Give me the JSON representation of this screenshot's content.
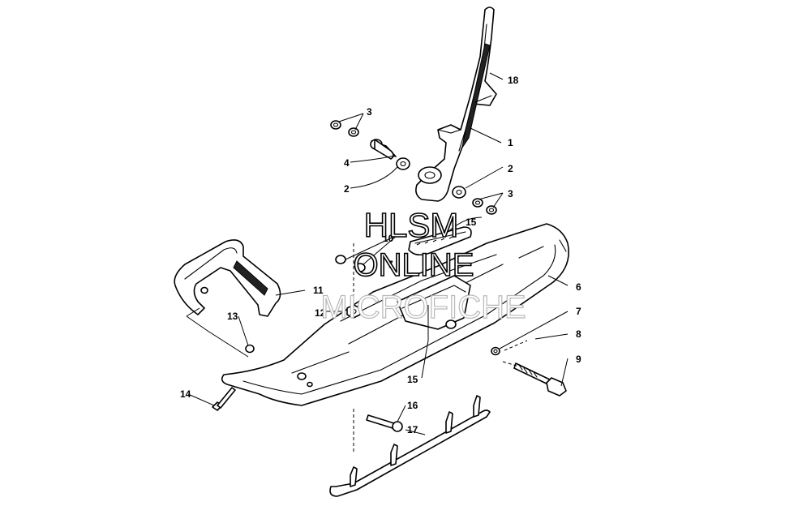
{
  "callouts": [
    "18",
    "3",
    "1",
    "4",
    "2",
    "2",
    "3",
    "15",
    "10",
    "7",
    "6",
    "11",
    "12",
    "13",
    "7",
    "8",
    "9",
    "15",
    "14",
    "16",
    "17"
  ],
  "watermark": {
    "line1": "HLSM",
    "line2": "ONLINE",
    "line3": "MICROFICHE"
  }
}
